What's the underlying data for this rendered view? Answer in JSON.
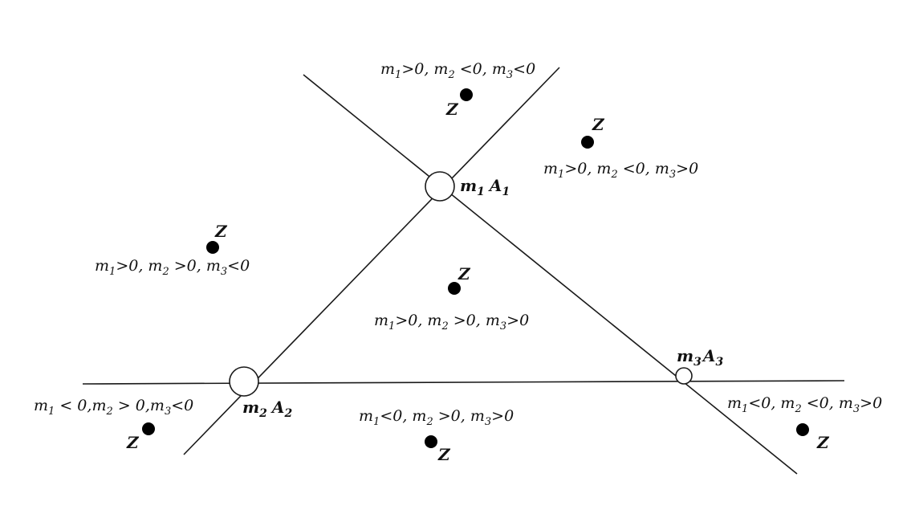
{
  "point_label": "Z",
  "vertices": {
    "a1": {
      "coef": "m",
      "coef_sub": "1",
      "name": "A",
      "name_sub": "1"
    },
    "a2": {
      "coef": "m",
      "coef_sub": "2",
      "name": "A",
      "name_sub": "2"
    },
    "a3": {
      "coef": "m",
      "coef_sub": "3",
      "name": "A",
      "name_sub": "3"
    }
  },
  "regions": [
    {
      "id": "top",
      "signs": [
        "m1>0",
        "m2<0",
        "m3<0"
      ],
      "s1": ">0",
      "s2": " <0",
      "s3": "<0"
    },
    {
      "id": "top-right",
      "signs": [
        "m1>0",
        "m2<0",
        "m3>0"
      ],
      "s1": ">0",
      "s2": " <0",
      "s3": ">0"
    },
    {
      "id": "left",
      "signs": [
        "m1>0",
        "m2>0",
        "m3<0"
      ],
      "s1": ">0",
      "s2": " >0",
      "s3": "<0"
    },
    {
      "id": "center",
      "signs": [
        "m1>0",
        "m2>0",
        "m3>0"
      ],
      "s1": ">0",
      "s2": " >0",
      "s3": ">0"
    },
    {
      "id": "bottom-left",
      "signs": [
        "m1<0",
        "m2>0",
        "m3<0"
      ],
      "s1": " < 0,",
      "s2": " > 0,",
      "s3": "<0"
    },
    {
      "id": "bottom",
      "signs": [
        "m1<0",
        "m2>0",
        "m3>0"
      ],
      "s1": "<0,",
      "s2": " >0,",
      "s3": ">0"
    },
    {
      "id": "bottom-right",
      "signs": [
        "m1<0",
        "m2<0",
        "m3>0"
      ],
      "s1": "<0,",
      "s2": " <0,",
      "s3": ">0"
    }
  ]
}
